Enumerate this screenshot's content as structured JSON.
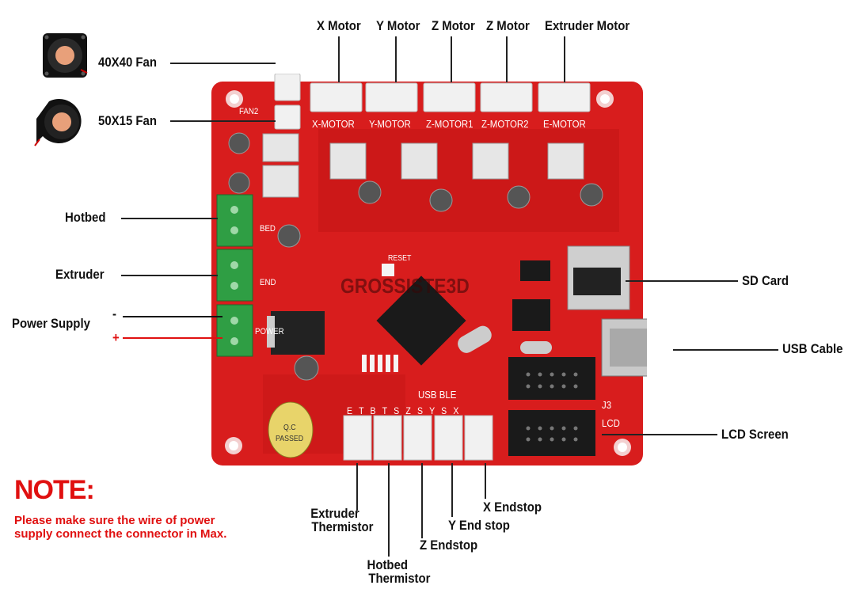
{
  "labels": {
    "x_motor": "X Motor",
    "y_motor": "Y Motor",
    "z_motor_1": "Z Motor",
    "z_motor_2": "Z Motor",
    "extruder_motor": "Extruder Motor",
    "fan_40": "40X40 Fan",
    "fan_50": "50X15 Fan",
    "hotbed": "Hotbed",
    "extruder": "Extruder",
    "power_supply": "Power Supply",
    "minus": "-",
    "plus": "+",
    "sd_card": "SD Card",
    "usb_cable": "USB Cable",
    "lcd_screen": "LCD Screen",
    "extruder_thermistor_1": "Extruder",
    "extruder_thermistor_2": "Thermistor",
    "hotbed_thermistor_1": "Hotbed",
    "hotbed_thermistor_2": "Thermistor",
    "z_endstop": "Z Endstop",
    "y_endstop": "Y End stop",
    "x_endstop": "X Endstop"
  },
  "board": {
    "silk_x_motor": "X-MOTOR",
    "silk_y_motor": "Y-MOTOR",
    "silk_z_motor1": "Z-MOTOR1",
    "silk_z_motor2": "Z-MOTOR2",
    "silk_e_motor": "E-MOTOR",
    "silk_fan2": "FAN2",
    "silk_bed": "BED",
    "silk_end": "END",
    "silk_power": "POWER",
    "silk_usb": "USB BLE",
    "silk_j3": "J3",
    "silk_lcd": "LCD",
    "silk_reset": "RESET",
    "silk_endstops": "E T B T S Z S Y S X",
    "qc_line1": "Q.C",
    "qc_line2": "PASSED",
    "watermark": "GROSSISTE3D"
  },
  "note": {
    "title": "NOTE:",
    "line1": "Please make sure the wire of power",
    "line2": "supply connect the connector in Max."
  },
  "colors": {
    "pcb": "#d81d1d",
    "connector": "#f1f1f1",
    "terminal": "#2f9e44",
    "note": "#e01010"
  }
}
